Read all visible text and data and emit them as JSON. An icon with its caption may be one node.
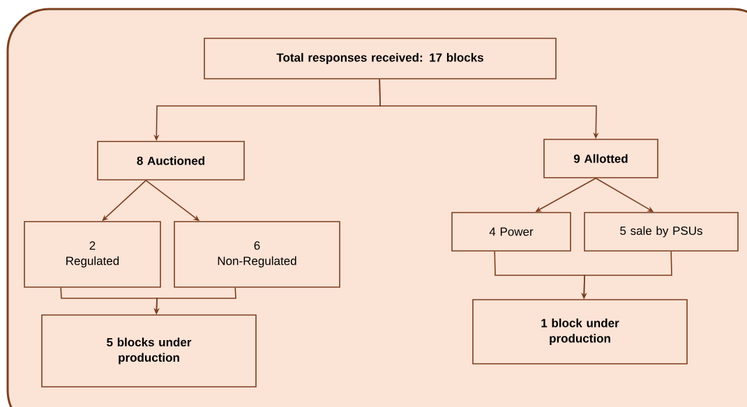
{
  "diagram": {
    "nodes": [
      {
        "text": [
          "Total responses received: 17 blocks"
        ]
      },
      {
        "text": [
          "8 Auctioned"
        ]
      },
      {
        "text": [
          "9 Allotted"
        ]
      },
      {
        "text": [
          "2",
          "Regulated"
        ]
      },
      {
        "text": [
          "6",
          "Non-Regulated"
        ]
      },
      {
        "text": [
          "4 Power"
        ]
      },
      {
        "text": [
          "5 sale by PSUs"
        ]
      },
      {
        "text": [
          "5 blocks under production"
        ]
      },
      {
        "text": [
          "1 block under production"
        ]
      }
    ],
    "edges": [
      {
        "from": 0,
        "to": 1,
        "arrow": "to"
      },
      {
        "from": 0,
        "to": 2,
        "arrow": "to"
      },
      {
        "from": 1,
        "to": 3,
        "arrow": "to"
      },
      {
        "from": 1,
        "to": 4,
        "arrow": "to"
      },
      {
        "from": 2,
        "to": 5,
        "arrow": "to"
      },
      {
        "from": 2,
        "to": 6,
        "arrow": "to"
      },
      {
        "from": 3,
        "to": 7,
        "arrow": "to"
      },
      {
        "from": 4,
        "to": 7,
        "arrow": "to"
      },
      {
        "from": 5,
        "to": 8,
        "arrow": "to"
      },
      {
        "from": 6,
        "to": 8,
        "arrow": "to"
      }
    ]
  }
}
